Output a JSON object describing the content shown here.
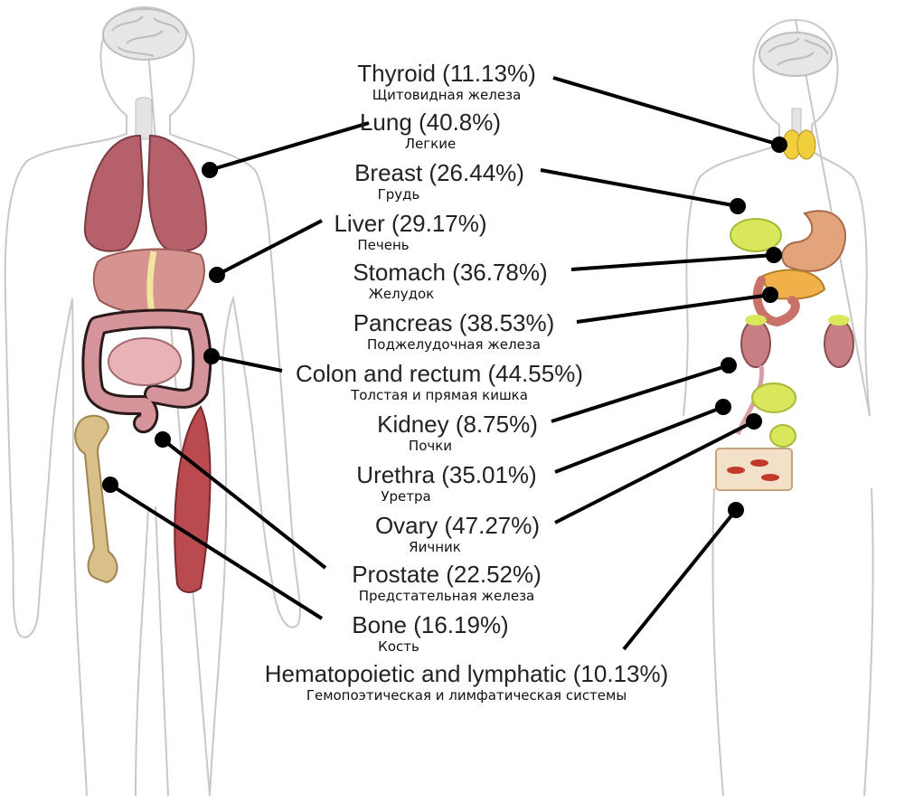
{
  "labels": [
    {
      "id": "thyroid",
      "en": "Thyroid (11.13%)",
      "ru": "Щитовидная железа"
    },
    {
      "id": "lung",
      "en": "Lung (40.8%)",
      "ru": "Легкие"
    },
    {
      "id": "breast",
      "en": "Breast (26.44%)",
      "ru": "Грудь"
    },
    {
      "id": "liver",
      "en": "Liver (29.17%)",
      "ru": "Печень"
    },
    {
      "id": "stomach",
      "en": "Stomach (36.78%)",
      "ru": "Желудок"
    },
    {
      "id": "pancreas",
      "en": "Pancreas (38.53%)",
      "ru": "Поджелудочная железа"
    },
    {
      "id": "colon",
      "en": "Colon and rectum (44.55%)",
      "ru": "Толстая и прямая кишка"
    },
    {
      "id": "kidney",
      "en": "Kidney (8.75%)",
      "ru": "Почки"
    },
    {
      "id": "urethra",
      "en": "Urethra (35.01%)",
      "ru": "Уретра"
    },
    {
      "id": "ovary",
      "en": "Ovary (47.27%)",
      "ru": "Яичник"
    },
    {
      "id": "prostate",
      "en": "Prostate (22.52%)",
      "ru": "Предстательная железа"
    },
    {
      "id": "bone",
      "en": "Bone (16.19%)",
      "ru": "Кость"
    },
    {
      "id": "hematopoietic",
      "en": "Hematopoietic and lymphatic (10.13%)",
      "ru": "Гемопоэтическая и лимфатическая системы"
    }
  ],
  "colors": {
    "body_outline": "#c8c8c8",
    "leader": "#000000",
    "lung": "#b5606a",
    "liver": "#c9857f",
    "colon": "#d4949a",
    "bone": "#d9c088",
    "muscle": "#b84a50",
    "thyroid": "#f1cf3c",
    "fat": "#d8e85a",
    "stomach": "#e3a47c",
    "kidney": "#c77f83",
    "brain": "#d8d8d8"
  }
}
